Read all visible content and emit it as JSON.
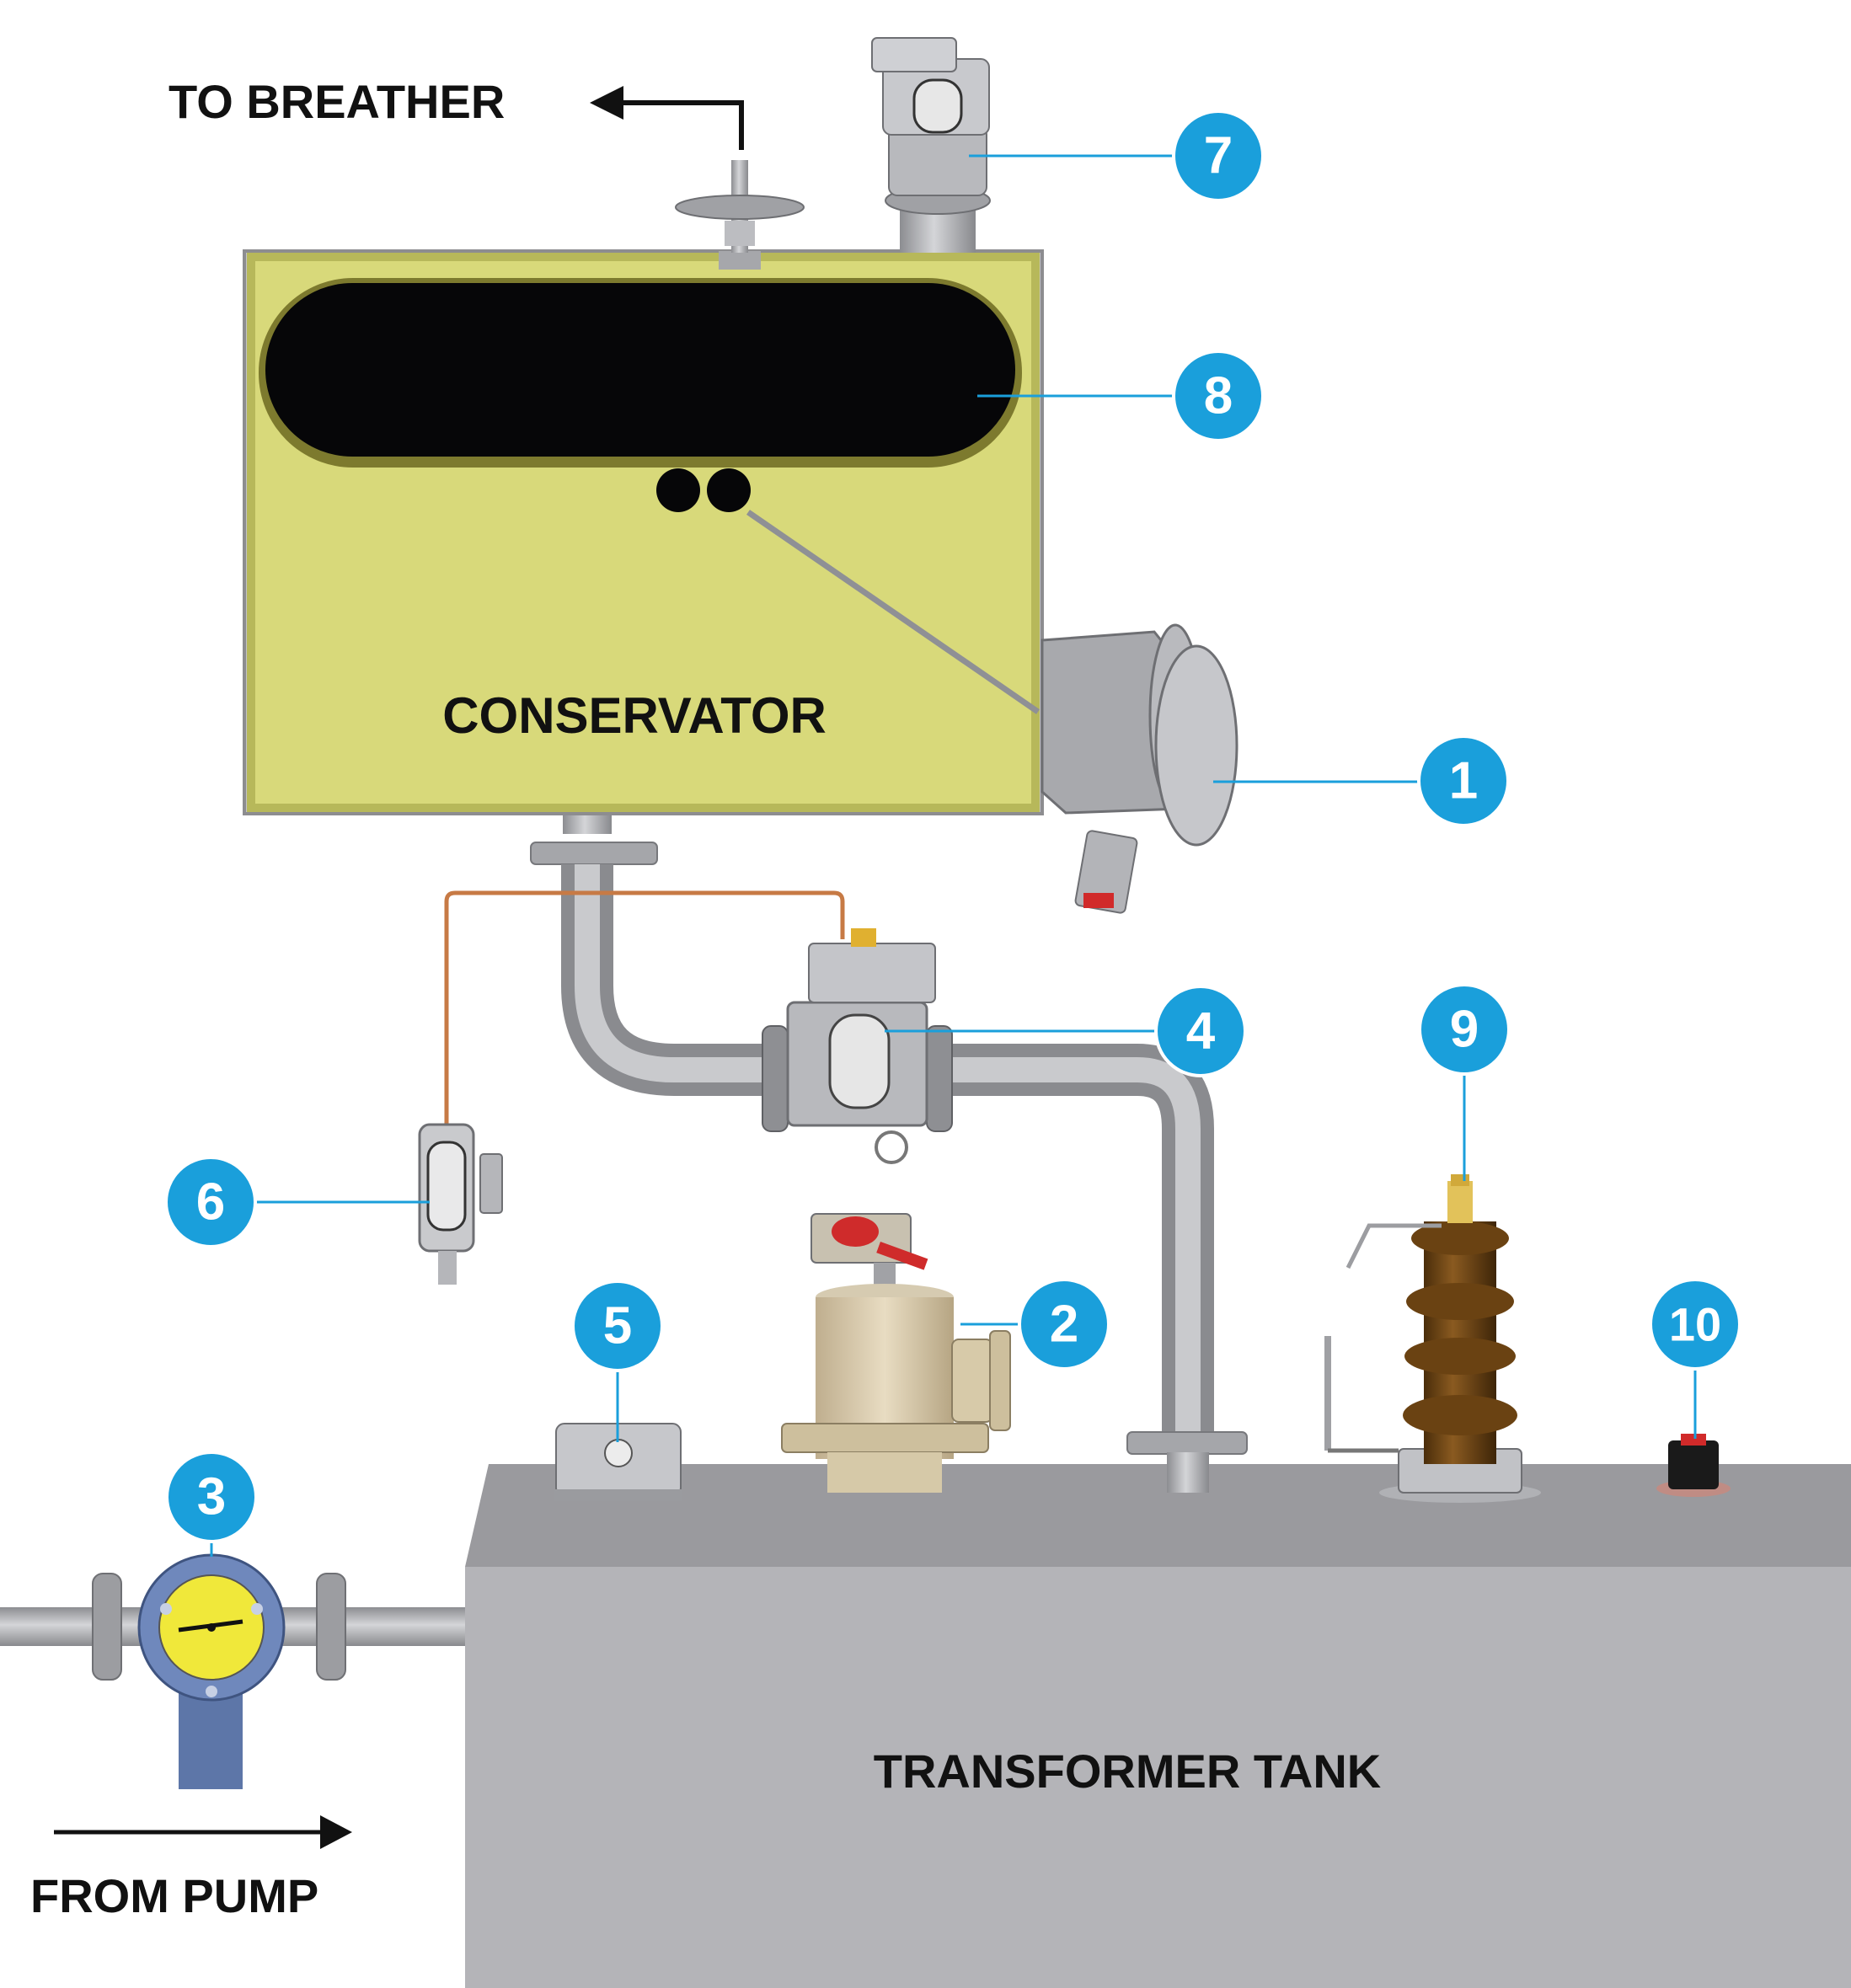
{
  "labels": {
    "to_breather": "TO BREATHER",
    "conservator": "CONSERVATOR",
    "transformer_tank": "TRANSFORMER TANK",
    "from_pump": "FROM PUMP"
  },
  "callouts": [
    {
      "number": "1",
      "component": "pressure-relief-device"
    },
    {
      "number": "2",
      "component": "buchholz-style-relay"
    },
    {
      "number": "3",
      "component": "pump-flow-indicator"
    },
    {
      "number": "4",
      "component": "gas-operated-relay"
    },
    {
      "number": "5",
      "component": "tank-mounted-sensor"
    },
    {
      "number": "6",
      "component": "oil-level-gauge"
    },
    {
      "number": "7",
      "component": "conservator-top-relay"
    },
    {
      "number": "8",
      "component": "air-cell-bag"
    },
    {
      "number": "9",
      "component": "bushing"
    },
    {
      "number": "10",
      "component": "drain-plug"
    }
  ],
  "colors": {
    "callout_badge": "#1a9fdb",
    "conservator_fill": "#d8d97a",
    "tank_fill": "#b4b4b8",
    "pipe": "#a8a9ad",
    "bushing": "#6a4212",
    "air_cell": "#060608"
  }
}
